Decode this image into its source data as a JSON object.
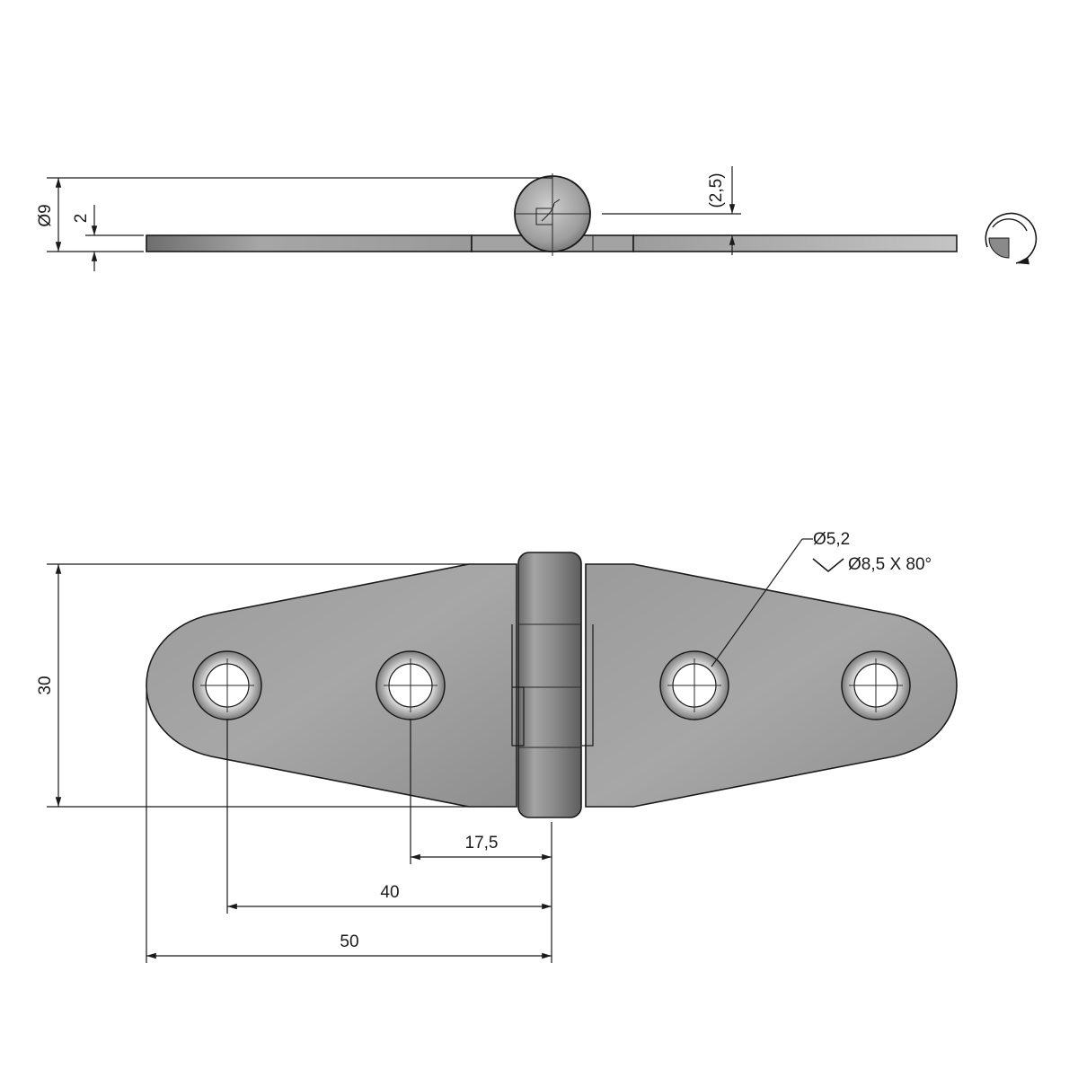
{
  "dimensions": {
    "pin_diameter": "Ø9",
    "leaf_thickness": "2",
    "knuckle_offset": "(2,5)",
    "width": "30",
    "hole_spacing_inner": "17,5",
    "hole_spacing_outer": "40",
    "half_length": "50",
    "hole_diameter": "Ø5,2",
    "countersink": "Ø8,5 X 80°"
  },
  "icons": {
    "rotation": "rotation-arrow-icon",
    "countersink": "countersink-check-icon"
  },
  "colors": {
    "metal_light": "#c8c8c8",
    "metal_mid": "#a8a8a8",
    "metal_dark": "#7c7c7c",
    "line": "#1a1a1a"
  }
}
